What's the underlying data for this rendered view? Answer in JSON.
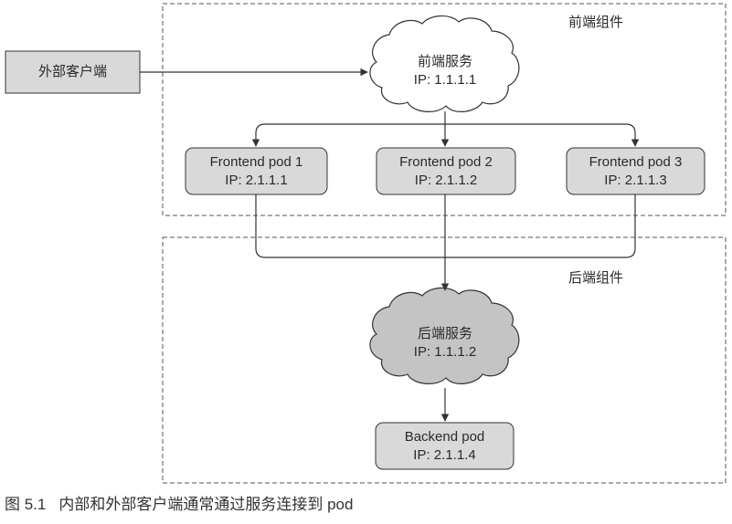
{
  "groups": {
    "frontend_label": "前端组件",
    "backend_label": "后端组件"
  },
  "nodes": {
    "external_client": "外部客户端",
    "frontend_service": {
      "name": "前端服务",
      "ip": "IP: 1.1.1.1"
    },
    "frontend_pods": [
      {
        "name": "Frontend pod 1",
        "ip": "IP: 2.1.1.1"
      },
      {
        "name": "Frontend pod 2",
        "ip": "IP: 2.1.1.2"
      },
      {
        "name": "Frontend pod 3",
        "ip": "IP: 2.1.1.3"
      }
    ],
    "backend_service": {
      "name": "后端服务",
      "ip": "IP: 1.1.1.2"
    },
    "backend_pod": {
      "name": "Backend pod",
      "ip": "IP: 2.1.1.4"
    }
  },
  "caption": {
    "figure_number": "图 5.1",
    "text": "内部和外部客户端通常通过服务连接到 pod"
  },
  "colors": {
    "box_fill": "#d9d9d9",
    "frontend_cloud_fill": "#ffffff",
    "backend_cloud_fill": "#c4c4c4",
    "stroke": "#333333"
  }
}
